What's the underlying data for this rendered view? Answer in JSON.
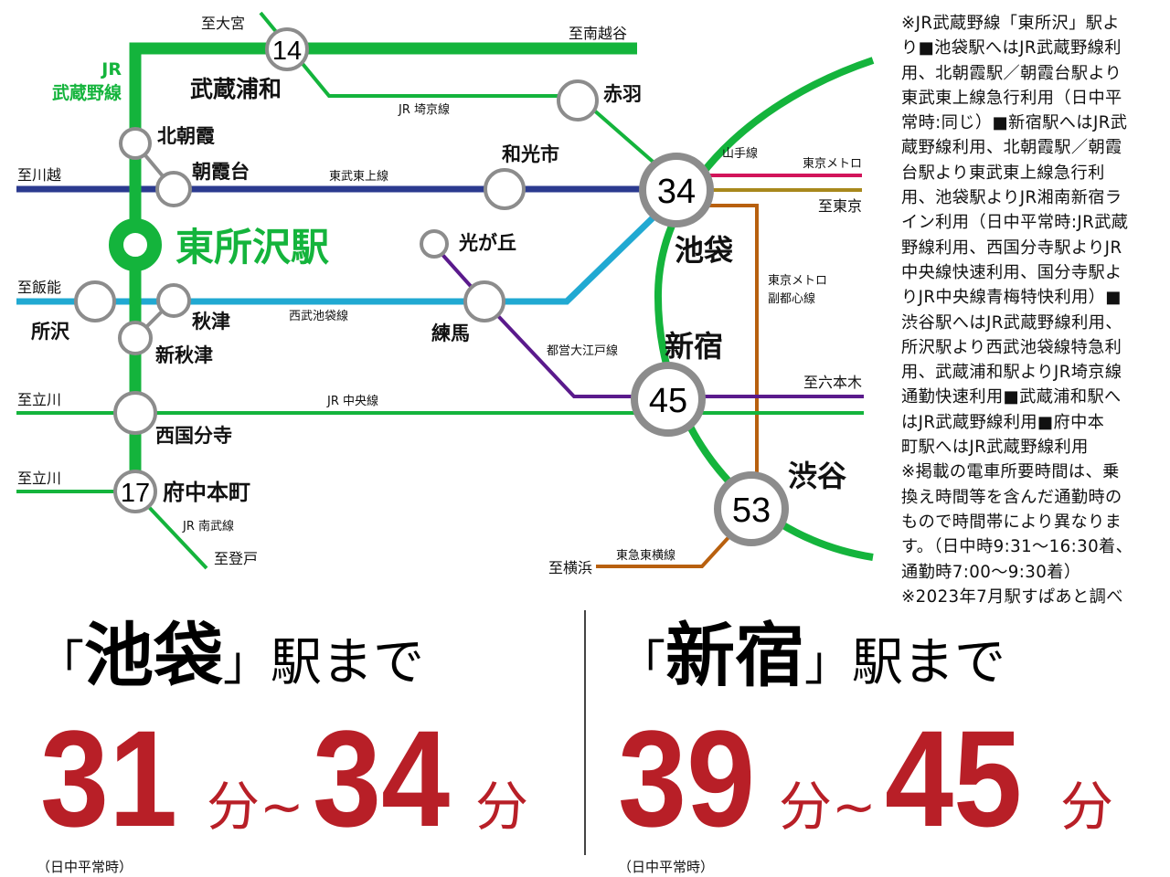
{
  "map": {
    "lines": {
      "musashino": "JR",
      "musashino2": "武蔵野線",
      "saikyo": "JR 埼京線",
      "tojo": "東武東上線",
      "seibu": "西武池袋線",
      "oedo": "都営大江戸線",
      "chuo": "JR 中央線",
      "nambu": "JR 南武線",
      "yamanote": "山手線",
      "metro": "東京メトロ",
      "fukutoshin1": "東京メトロ",
      "fukutoshin2": "副都心線",
      "toyoko": "東急東横線"
    },
    "directions": {
      "omiya": "至大宮",
      "minamikoshigaya": "至南越谷",
      "kawagoe": "至川越",
      "hanno": "至飯能",
      "tachikawa1": "至立川",
      "tachikawa2": "至立川",
      "noborito": "至登戸",
      "tokyo": "至東京",
      "roppongi": "至六本木",
      "yokohama": "至横浜"
    },
    "stations": {
      "musashiurawa": "武蔵浦和",
      "akabane": "赤羽",
      "kitaasaka": "北朝霞",
      "asakadai": "朝霞台",
      "wakoshi": "和光市",
      "higashitokorozawa": "東所沢駅",
      "hikarigaoka": "光が丘",
      "tokorozawa": "所沢",
      "akitsu": "秋津",
      "shinakitsu": "新秋津",
      "nerima": "練馬",
      "nishikokubunji": "西国分寺",
      "fuchuhommachi": "府中本町",
      "ikebukuro": "池袋",
      "shinjuku": "新宿",
      "shibuya": "渋谷"
    },
    "minutes": {
      "musashiurawa": "14",
      "ikebukuro": "34",
      "shinjuku": "45",
      "shibuya": "53",
      "fuchuhommachi": "17"
    },
    "colors": {
      "jr": "#14b43c",
      "tojo": "#2b3a8f",
      "seibu": "#21a9d2",
      "oedo": "#5a1a8c",
      "marunouchi": "#d2145a",
      "yurakucho": "#a8881c",
      "fukutoshin": "#b8600f",
      "ring": "#8c8c8c"
    }
  },
  "notes": [
    "※JR武蔵野線「東所沢」駅よ",
    "り■池袋駅へはJR武蔵野線利",
    "用、北朝霞駅／朝霞台駅より",
    "東武東上線急行利用（日中平",
    "常時:同じ）■新宿駅へはJR武",
    "蔵野線利用、北朝霞駅／朝霞",
    "台駅より東武東上線急行利",
    "用、池袋駅よりJR湘南新宿ラ",
    "イン利用（日中平常時:JR武蔵",
    "野線利用、西国分寺駅よりJR",
    "中央線快速利用、国分寺駅よ",
    "りJR中央線青梅特快利用）■",
    "渋谷駅へはJR武蔵野線利用、",
    "所沢駅より西武池袋線特急利",
    "用、武蔵浦和駅よりJR埼京線",
    "通勤快速利用■武蔵浦和駅へ",
    "はJR武蔵野線利用■府中本",
    "町駅へはJR武蔵野線利用",
    "※掲載の電車所要時間は、乗",
    "換え時間等を含んだ通勤時の",
    "もので時間帯により異なりま",
    "す。（日中時9:31～16:30着、",
    "通勤時7:00～9:30着）",
    "※2023年7月駅すぱあと調べ"
  ],
  "summary": [
    {
      "open": "「",
      "station": "池袋",
      "close": "」",
      "suffix": "駅まで",
      "min": "31",
      "unit1": "分",
      "tilde": "~",
      "max": "34",
      "unit2": "分",
      "note": "（日中平常時）"
    },
    {
      "open": "「",
      "station": "新宿",
      "close": "」",
      "suffix": "駅まで",
      "min": "39",
      "unit1": "分",
      "tilde": "~",
      "max": "45",
      "unit2": "分",
      "note": "（日中平常時）"
    }
  ]
}
